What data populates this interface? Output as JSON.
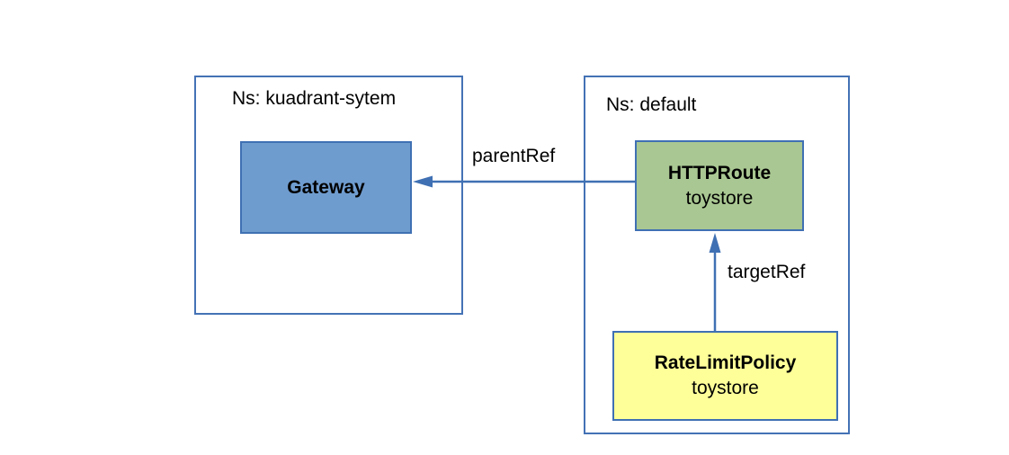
{
  "diagram": {
    "namespaces": [
      {
        "label": "Ns: kuadrant-sytem",
        "nodes": [
          {
            "title": "Gateway",
            "subtitle": ""
          }
        ]
      },
      {
        "label": "Ns: default",
        "nodes": [
          {
            "title": "HTTPRoute",
            "subtitle": "toystore"
          },
          {
            "title": "RateLimitPolicy",
            "subtitle": "toystore"
          }
        ]
      }
    ],
    "edges": [
      {
        "label": "parentRef",
        "from": "HTTPRoute",
        "to": "Gateway"
      },
      {
        "label": "targetRef",
        "from": "RateLimitPolicy",
        "to": "HTTPRoute"
      }
    ]
  },
  "colors": {
    "canvas_bg": "#ffffff",
    "container_border": "#4472b5",
    "node_border": "#3f70b3",
    "arrow": "#3f70b3",
    "gateway_fill": "#6f9ccf",
    "httproute_fill": "#a9c792",
    "ratelimitpolicy_fill": "#feff99",
    "text": "#000000"
  }
}
